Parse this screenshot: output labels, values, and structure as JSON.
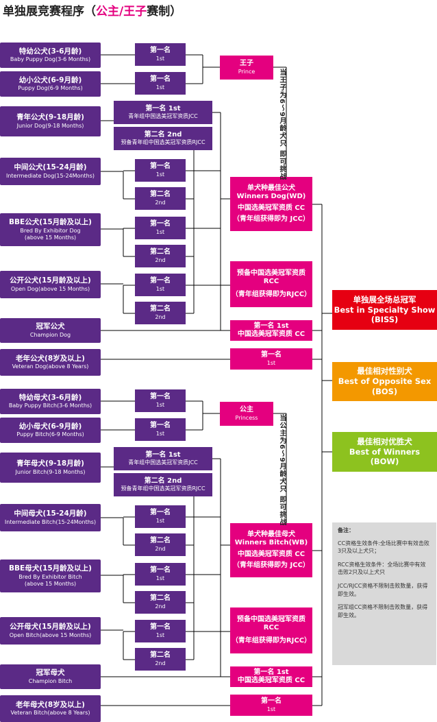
{
  "title": {
    "prefix": "单独展竞赛程序（",
    "highlight": "公主/王子",
    "suffix": "赛制）"
  },
  "colors": {
    "purple": "#5b2a86",
    "magenta": "#e4007f",
    "red": "#e60012",
    "orange": "#f39800",
    "green": "#8dc21f",
    "line": "#000000",
    "notes_bg": "#d9d9d9"
  },
  "dog_classes": [
    {
      "zh": "特幼公犬(3-6月龄)",
      "en": [
        "Baby Puppy Dog(3-6 Months)"
      ]
    },
    {
      "zh": "幼小公犬(6-9月龄)",
      "en": [
        "Puppy Dog(6-9 Months)"
      ]
    },
    {
      "zh": "青年公犬(9-18月龄)",
      "en": [
        "Junior Dog(9-18 Months)"
      ]
    },
    {
      "zh": "中间公犬(15-24月龄)",
      "en": [
        "Intermediate Dog(15-24Months)"
      ]
    },
    {
      "zh": "BBE公犬(15月龄及以上)",
      "en": [
        "Bred By Exhibitor Dog",
        "(above 15 Months)"
      ]
    },
    {
      "zh": "公开公犬(15月龄及以上)",
      "en": [
        "Open Dog(above 15 Months)"
      ]
    },
    {
      "zh": "冠军公犬",
      "en": [
        "Champion Dog"
      ]
    },
    {
      "zh": "老年公犬(8岁及以上)",
      "en": [
        "Veteran Dog(above 8 Years)"
      ]
    }
  ],
  "bitch_classes": [
    {
      "zh": "特幼母犬(3-6月龄)",
      "en": [
        "Baby Puppy Bitch(3-6 Months)"
      ]
    },
    {
      "zh": "幼小母犬(6-9月龄)",
      "en": [
        "Puppy Bitch(6-9 Months)"
      ]
    },
    {
      "zh": "青年母犬(9-18月龄)",
      "en": [
        "Junior Bitch(9-18 Months)"
      ]
    },
    {
      "zh": "中间母犬(15-24月龄)",
      "en": [
        "Intermediate Bitch(15-24Months)"
      ]
    },
    {
      "zh": "BBE母犬(15月龄及以上)",
      "en": [
        "Bred By Exhibitor Bitch",
        "(above 15 Months)"
      ]
    },
    {
      "zh": "公开母犬(15月龄及以上)",
      "en": [
        "Open Bitch(above 15 Months)"
      ]
    },
    {
      "zh": "冠军母犬",
      "en": [
        "Champion Bitch"
      ]
    },
    {
      "zh": "老年母犬(8岁及以上)",
      "en": [
        "Veteran Bitch(above 8 Years)"
      ]
    }
  ],
  "placements": {
    "first": {
      "zh": "第一名",
      "en": "1st"
    },
    "second": {
      "zh": "第二名",
      "en": "2nd"
    },
    "junior_first": {
      "line1": "第一名  1st",
      "line2": "青年组中国选美冠军资质JCC"
    },
    "junior_second": {
      "line1": "第二名  2nd",
      "line2": "预备青年组中国选美冠军资质RJCC"
    },
    "champion_first": {
      "line1": "第一名  1st",
      "line2": "中国选美冠军资质 CC"
    }
  },
  "prince": {
    "zh": "王子",
    "en": "Prince"
  },
  "princess": {
    "zh": "公主",
    "en": "Princess"
  },
  "prince_note": "当王子为6～9月龄犬只 即可挑战",
  "princess_note": "当公主为6～9月龄犬只 即可挑战",
  "winners_dog": {
    "l1": "单犬种最佳公犬",
    "l2": "Winners Dog(WD)",
    "l3": "中国选美冠军资质 CC",
    "l4": "（青年组获得即为 JCC）"
  },
  "winners_bitch": {
    "l1": "单犬种最佳母犬",
    "l2": "Winners Bitch(WB)",
    "l3": "中国选美冠军资质 CC",
    "l4": "（青年组获得即为 JCC）"
  },
  "reserve": {
    "l1": "预备中国选美冠军资质",
    "l2": "RCC",
    "l3": "（青年组获得即为RJCC）"
  },
  "finals": {
    "biss": {
      "l1": "单独展全场总冠军",
      "l2": "Best in  Specialty Show",
      "l3": "(BISS)"
    },
    "bos": {
      "l1": "最佳相对性别犬",
      "l2": "Best of Opposite Sex",
      "l3": "(BOS)"
    },
    "bow": {
      "l1": "最佳相对优胜犬",
      "l2": "Best of Winners",
      "l3": "(BOW)"
    }
  },
  "notes": {
    "title": "备注：",
    "items": [
      "CC资格生效条件:全场比赛中有效击败3只及以上犬只；",
      "RCC资格生效条件：全场比赛中有效击败2只及以上犬只",
      "JCC/RJCC资格不限制击败数量，获得即生效。",
      "冠军组CC资格不限制击败数量，获得即生效。"
    ]
  }
}
